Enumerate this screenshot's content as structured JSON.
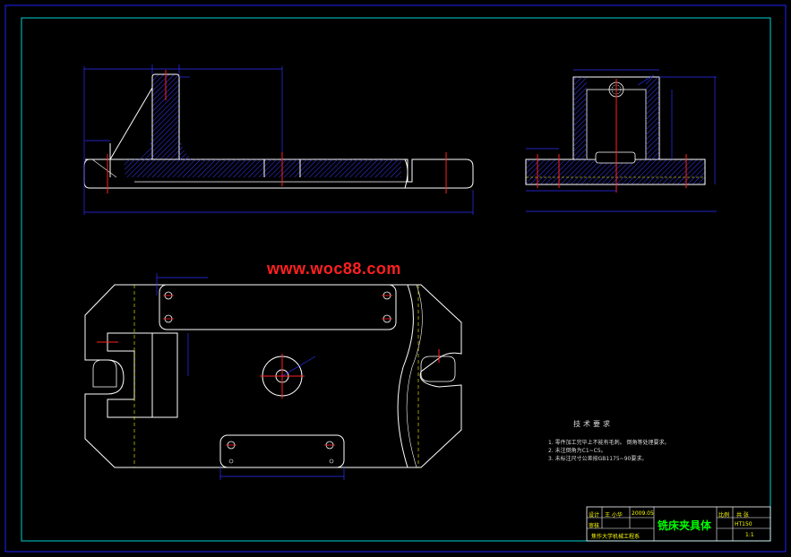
{
  "watermark": "www.woc88.com",
  "technical_requirements": {
    "title": "技术要求",
    "notes": [
      "1. 零件加工完毕上不能有毛刺。 倒角等处理要求。",
      "2. 未注倒角为C1~C5。",
      "3. 未标注尺寸公差按GB1175~90要求。"
    ]
  },
  "title_block": {
    "drawing_title": "铣床夹具体",
    "designer_label": "设计",
    "designer_name": "王 小华",
    "date": "2009.05",
    "checker_label": "审核",
    "school": "焦作大学机械工程系",
    "material": "HT150",
    "scale": "1:1",
    "quantity_label": "比例",
    "sheet": "共 张"
  },
  "colors": {
    "border": "#2020ff",
    "inner_frame": "#00d0d0",
    "outline": "#ffffff",
    "centerline": "#ff2020",
    "dimension": "#3030ff",
    "hatch": "#3a3aff",
    "hidden": "#ffff00"
  }
}
